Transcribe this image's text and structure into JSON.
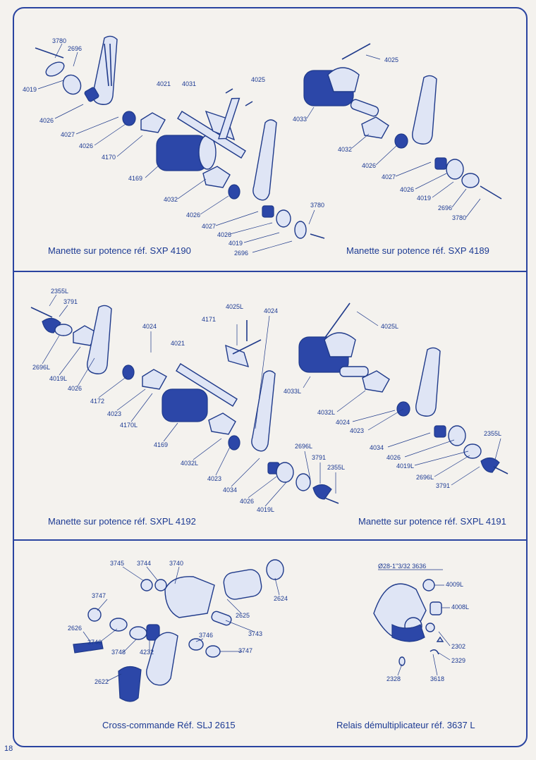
{
  "page_number": "18",
  "panels": [
    {
      "captions": [
        "Manette sur potence réf. SXP 4190",
        "Manette sur potence réf. SXP 4189"
      ],
      "labels_left": [
        "3780",
        "2696",
        "4019",
        "4026",
        "4027",
        "4026",
        "4170",
        "4169",
        "4032",
        "4026",
        "4027",
        "4026",
        "4019",
        "2696",
        "3780",
        "4021",
        "4031",
        "4025"
      ],
      "labels_right": [
        "4025",
        "4033",
        "4032",
        "4026",
        "4027",
        "4026",
        "4019",
        "2696",
        "3780"
      ]
    },
    {
      "captions": [
        "Manette sur potence réf. SXPL 4192",
        "Manette sur potence réf. SXPL 4191"
      ],
      "labels_left": [
        "2355L",
        "3791",
        "2696L",
        "4019L",
        "4026",
        "4172",
        "4023",
        "4170L",
        "4169",
        "4032L",
        "4023",
        "4034",
        "4026",
        "4019L",
        "2696L",
        "3791",
        "2355L",
        "4024",
        "4021",
        "4171",
        "4025L",
        "4024"
      ],
      "labels_right": [
        "4025L",
        "4033L",
        "4032L",
        "4024",
        "4023",
        "4034",
        "4026",
        "4019L",
        "2696L",
        "3791",
        "2355L"
      ]
    },
    {
      "captions": [
        "Cross-commande Réf. SLJ 2615",
        "Relais démultiplicateur réf. 3637 L"
      ],
      "labels_left": [
        "3745",
        "3744",
        "3740",
        "3747",
        "2626",
        "3746",
        "3748",
        "4232",
        "2622",
        "3746",
        "3747",
        "3743",
        "2625",
        "2624"
      ],
      "labels_right": [
        "Ø28-1\"3/32 3636",
        "4009L",
        "4008L",
        "2302",
        "2329",
        "3618",
        "2328"
      ]
    }
  ]
}
